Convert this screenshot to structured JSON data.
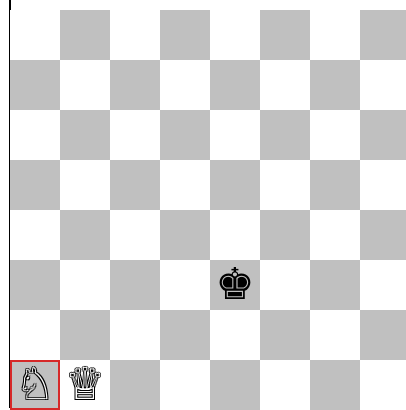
{
  "board": {
    "light_color": "#ffffff",
    "dark_color": "#c0c0c0",
    "selected_color": "#d62828",
    "selected_square": [
      7,
      0
    ],
    "pieces": [
      {
        "name": "black-king-icon",
        "glyph": "♚",
        "side": "black",
        "row": 5,
        "col": 4
      },
      {
        "name": "white-knight-icon",
        "glyph": "♘",
        "side": "white",
        "row": 7,
        "col": 0
      },
      {
        "name": "white-queen-icon",
        "glyph": "♕",
        "side": "white",
        "row": 7,
        "col": 1
      }
    ]
  }
}
